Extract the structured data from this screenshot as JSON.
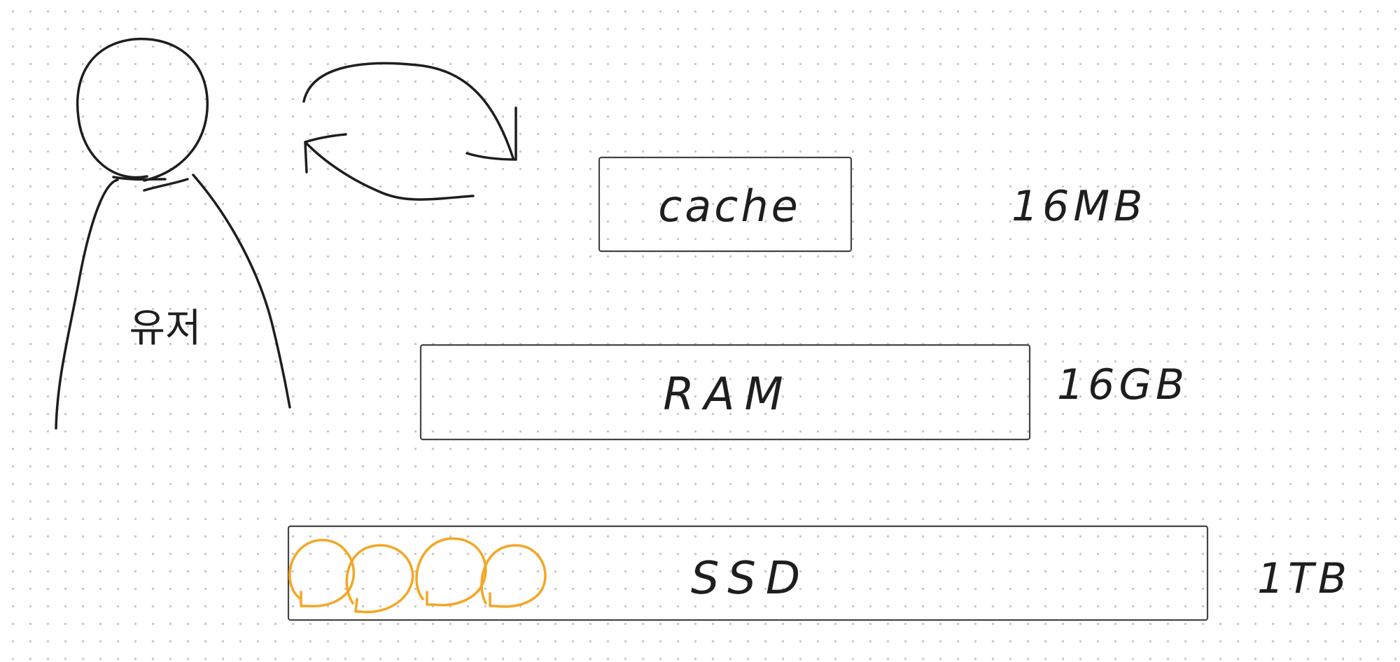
{
  "diagram": {
    "user": {
      "label": "유저"
    },
    "layers": [
      {
        "id": "cache",
        "label": "cache",
        "capacity": "16MB"
      },
      {
        "id": "ram",
        "label": "RAM",
        "capacity": "16GB"
      },
      {
        "id": "ssd",
        "label": "SSD",
        "capacity": "1TB"
      }
    ],
    "colors": {
      "ink": "#1e1e1e",
      "box_stroke": "#444444",
      "highlight": "#f5a623",
      "grid_dot": "#c9c9c9"
    },
    "icons": [
      "person-outline-icon",
      "exchange-arrows-icon",
      "orange-loop-scribble-icon"
    ]
  }
}
